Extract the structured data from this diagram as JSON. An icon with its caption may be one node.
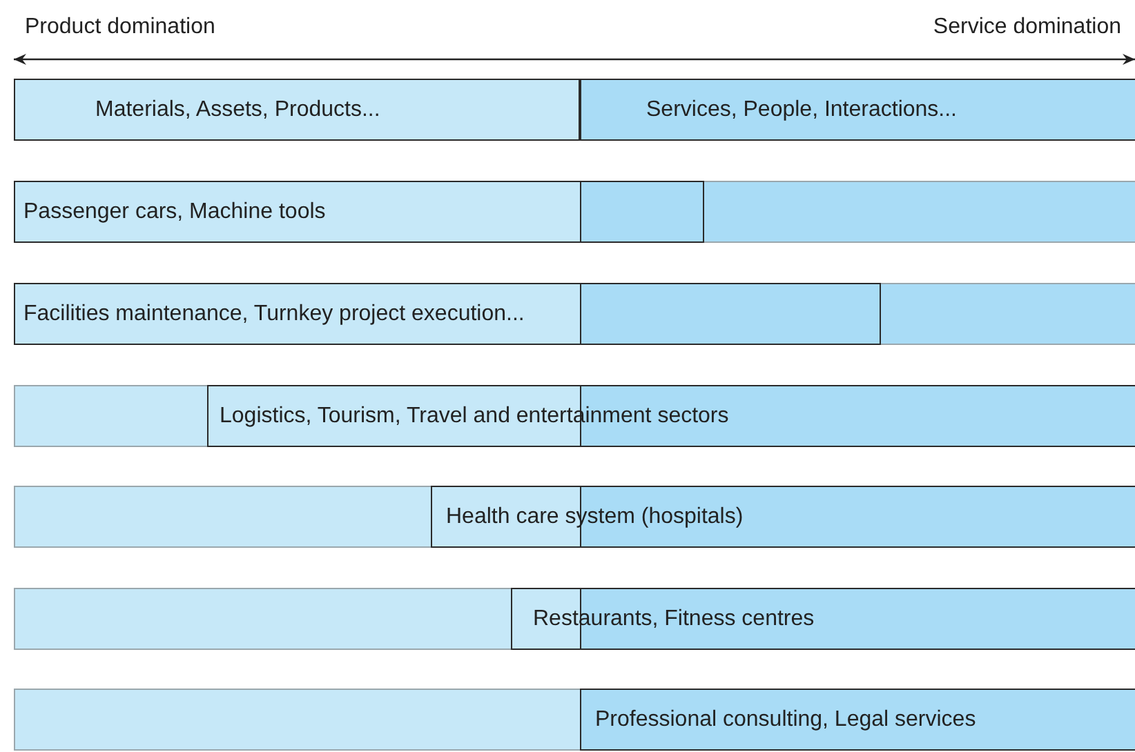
{
  "diagram": {
    "nodes": [
      {
        "text": [
          "Materials, Assets, Products..."
        ]
      },
      {
        "text": [
          "Services, People, Interactions..."
        ]
      },
      {
        "text": [
          "Passenger cars, Machine tools"
        ]
      },
      {
        "text": [
          "Facilities maintenance, Turnkey project execution..."
        ]
      },
      {
        "text": [
          "Logistics, Tourism, Travel and entertainment sectors"
        ]
      },
      {
        "text": [
          "Health care system (hospitals)"
        ]
      },
      {
        "text": [
          "Restaurants, Fitness centres"
        ]
      },
      {
        "text": [
          "Professional consulting, Legal services"
        ]
      }
    ],
    "labels": [
      "Product domination",
      "Service domination"
    ]
  }
}
